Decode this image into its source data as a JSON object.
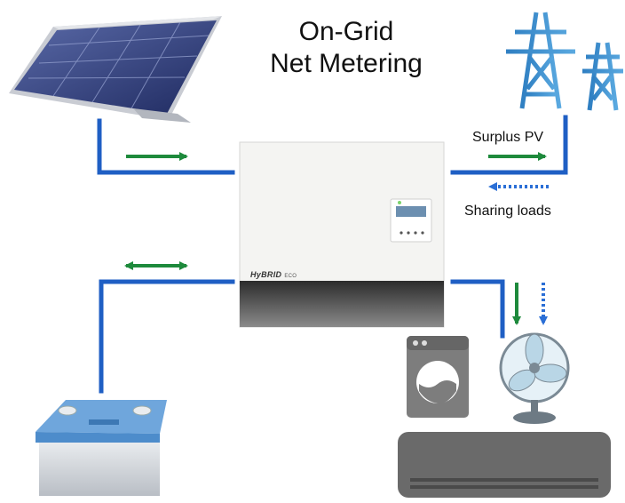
{
  "title": {
    "line1": "On-Grid",
    "line2": "Net Metering"
  },
  "labels": {
    "surplus": "Surplus PV",
    "sharing": "Sharing loads"
  },
  "inverter": {
    "brand": "HyBRID",
    "brand_suffix": "ECO"
  },
  "colors": {
    "wire": "#1f5fc4",
    "flow_green": "#1e8a3c",
    "flow_blue_dotted": "#2b6fd6",
    "inverter_body": "#f4f4f2",
    "inverter_base": "#3a3a3a"
  },
  "icons": [
    "solar-panel-icon",
    "power-tower-icon",
    "battery-icon",
    "washing-machine-icon",
    "fan-icon",
    "air-conditioner-icon",
    "inverter-icon"
  ]
}
